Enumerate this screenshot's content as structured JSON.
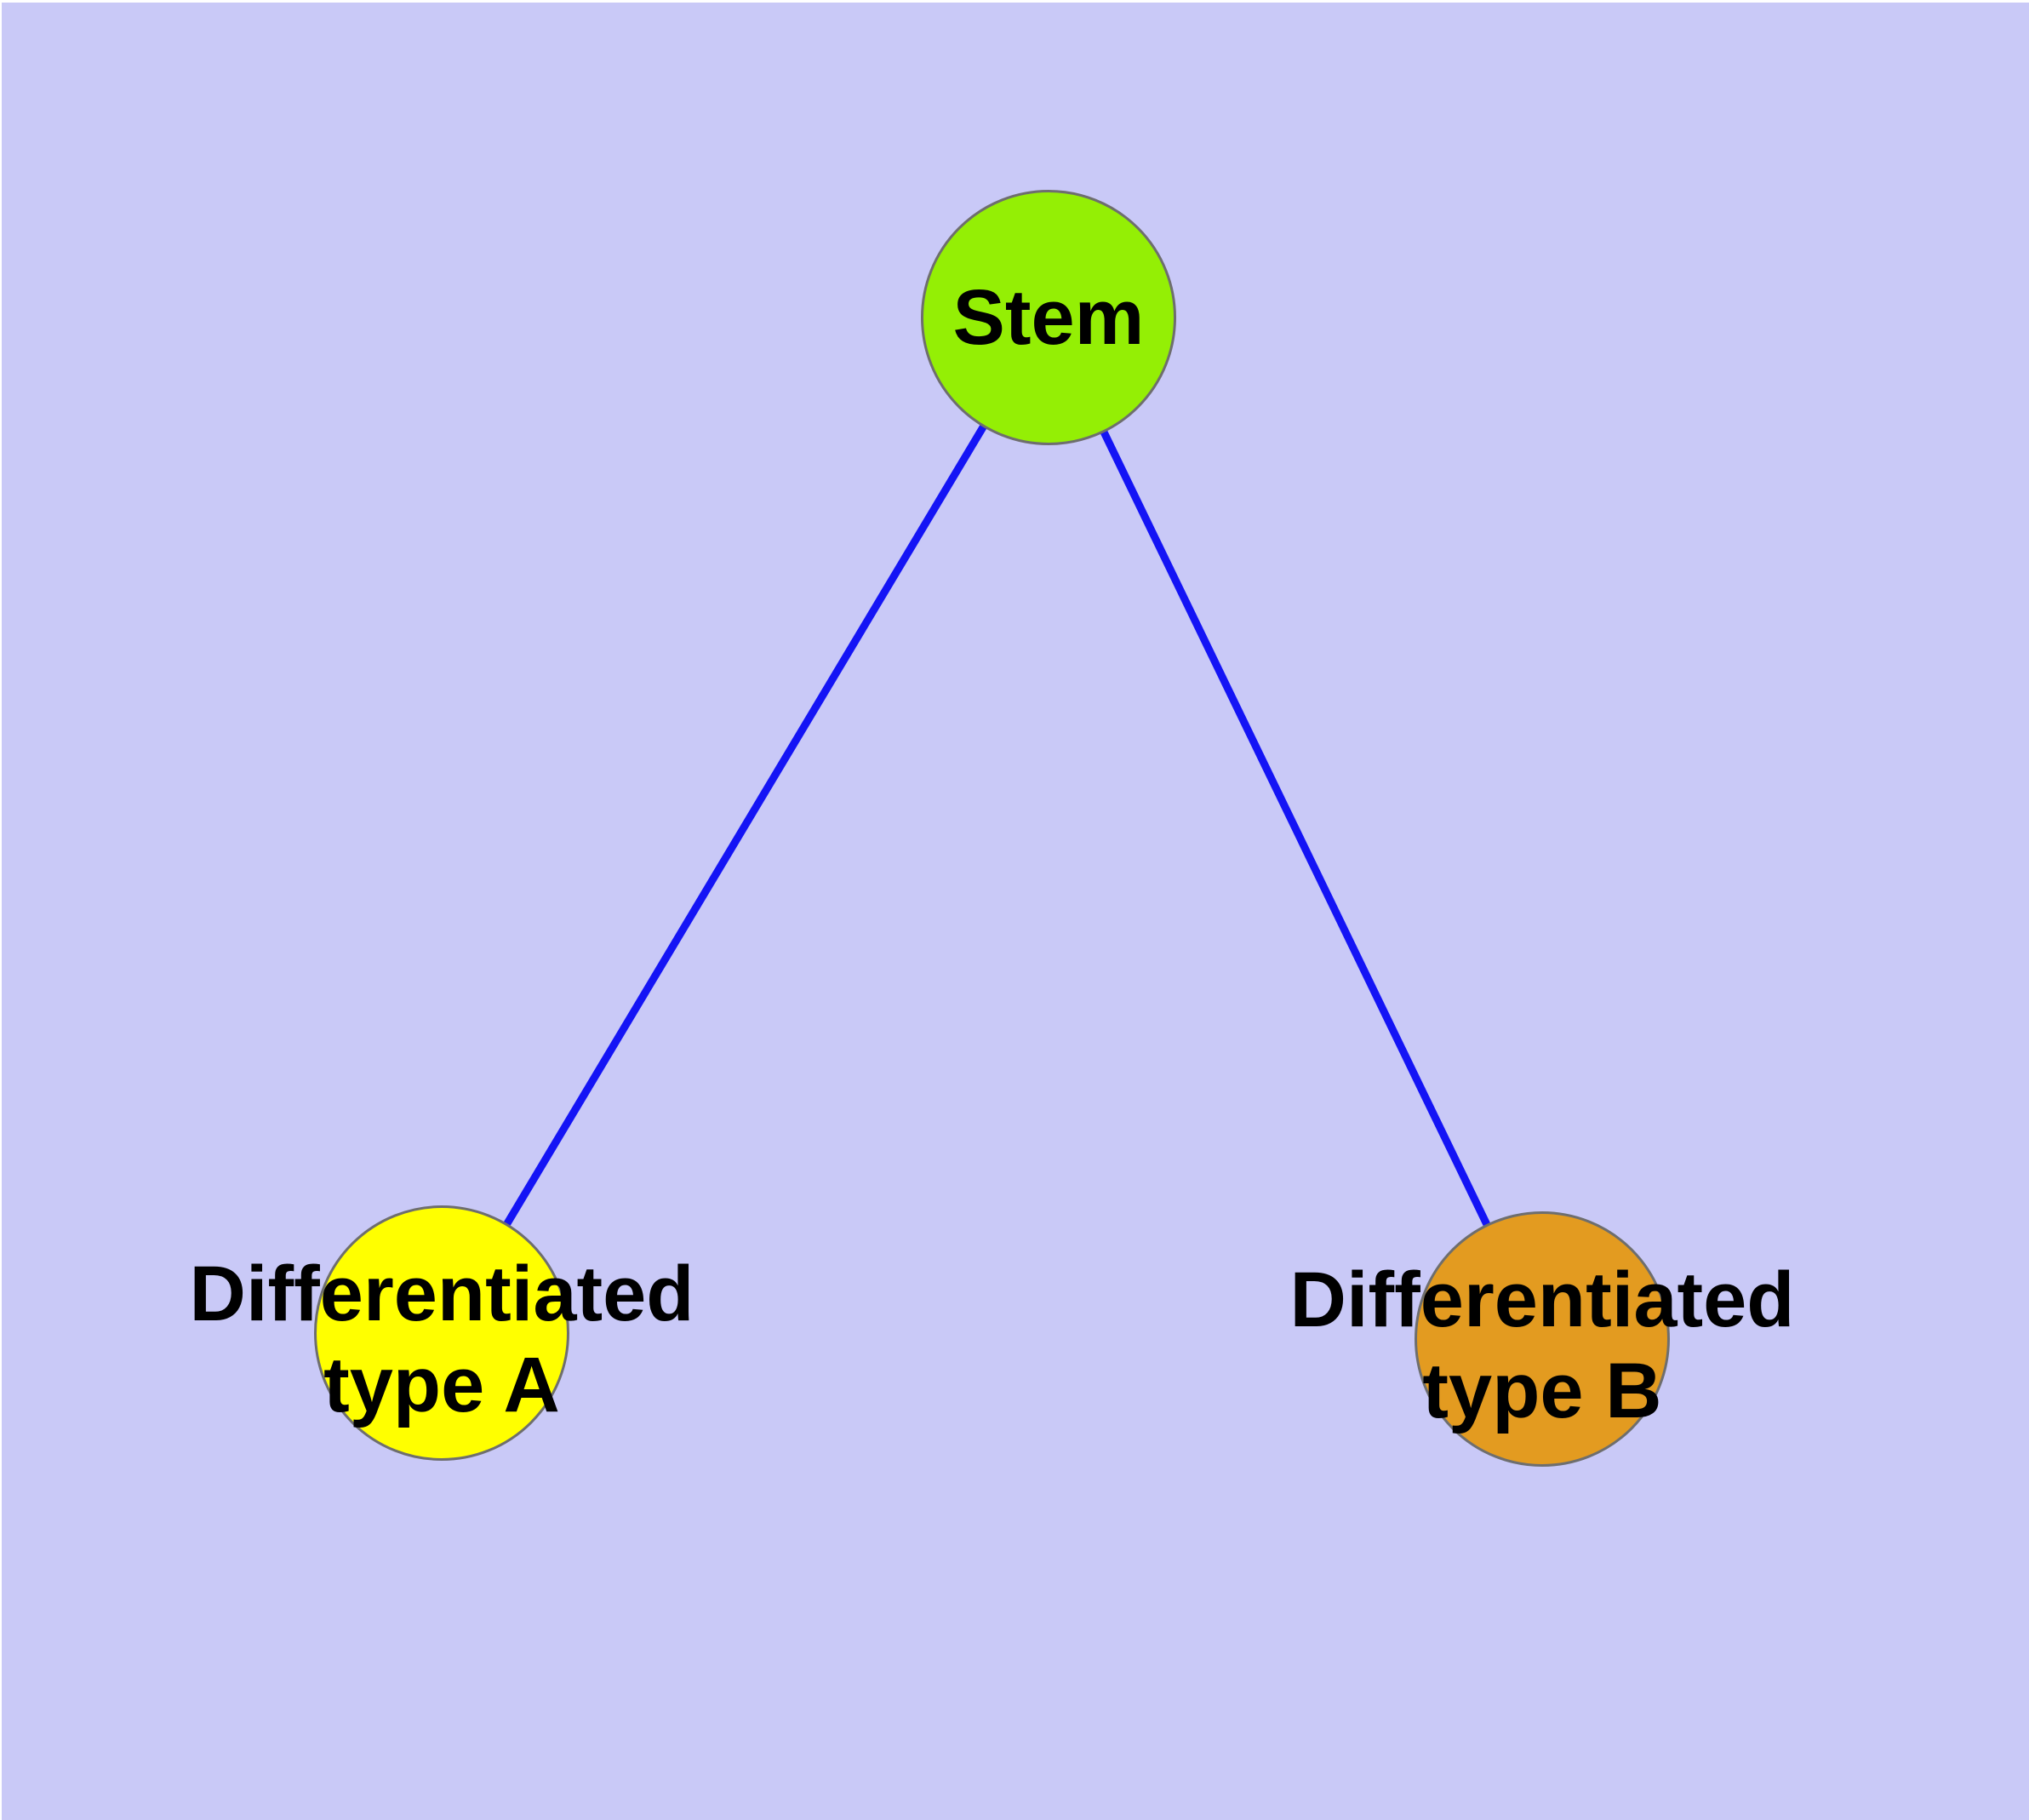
{
  "background": {
    "canvas": "#C9C9F7",
    "page_margin": "#FFFFFF"
  },
  "colors": {
    "edge": "#1414F5",
    "node_border": "#6E6E6E"
  },
  "nodes": {
    "stem": {
      "label": "Stem",
      "fill": "#94EF05"
    },
    "type_a": {
      "label_line1": "Differentiated",
      "label_line2": "type A",
      "fill": "#FFFF00"
    },
    "type_b": {
      "label_line1": "Differentiated",
      "label_line2": "type B",
      "fill": "#E39B20"
    }
  },
  "edges": [
    {
      "from": "Stem",
      "to": "Differentiated type A"
    },
    {
      "from": "Stem",
      "to": "Differentiated type B"
    }
  ]
}
